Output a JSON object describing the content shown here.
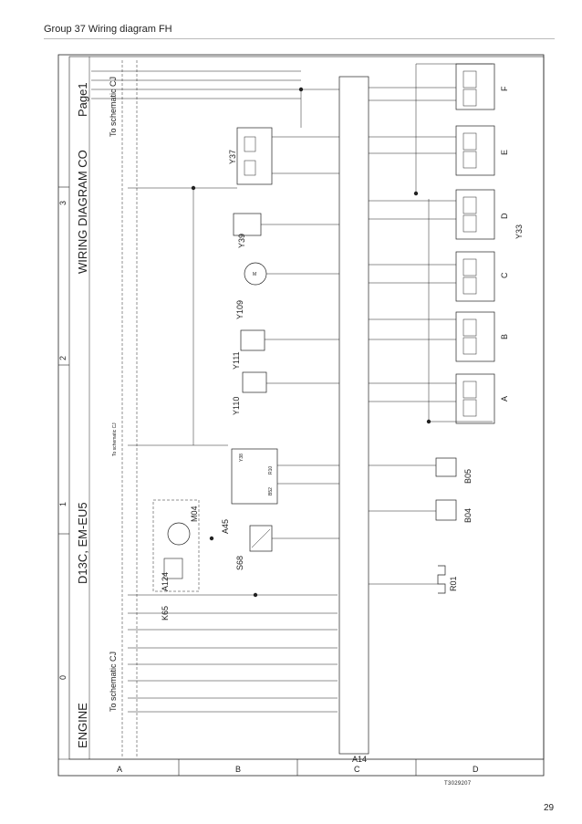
{
  "header": {
    "title": "Group 37 Wiring diagram FH"
  },
  "footer": {
    "page": "29",
    "figure_ref": "T3029207"
  },
  "diagram": {
    "title_block": {
      "engine": "ENGINE",
      "model": "D13C, EM-EU5",
      "sheet_title": "WIRING DIAGRAM CO",
      "page": "Page1",
      "to_schematic_left": "To schematic CJ",
      "to_schematic_top": "To schematic CJ",
      "to_schematic_mid": "To schematic CJ"
    },
    "grid_columns": [
      "0",
      "1",
      "2",
      "3"
    ],
    "grid_rows": [
      "A",
      "B",
      "C",
      "D"
    ],
    "components": {
      "k65": "K65",
      "a124": "A124",
      "m04": "M04",
      "s68": "S68",
      "a45": "A45",
      "y38": "Y38",
      "r10": "R10",
      "b52": "B52",
      "y110": "Y110",
      "y111": "Y111",
      "y109": "Y109",
      "y39": "Y39",
      "y37": "Y37",
      "a14": "A14",
      "b04": "B04",
      "b05": "B05",
      "r01": "R01",
      "y33": "Y33",
      "inj_a": "A",
      "inj_b": "B",
      "inj_c": "C",
      "inj_d": "D",
      "inj_e": "E",
      "inj_f": "F"
    }
  }
}
